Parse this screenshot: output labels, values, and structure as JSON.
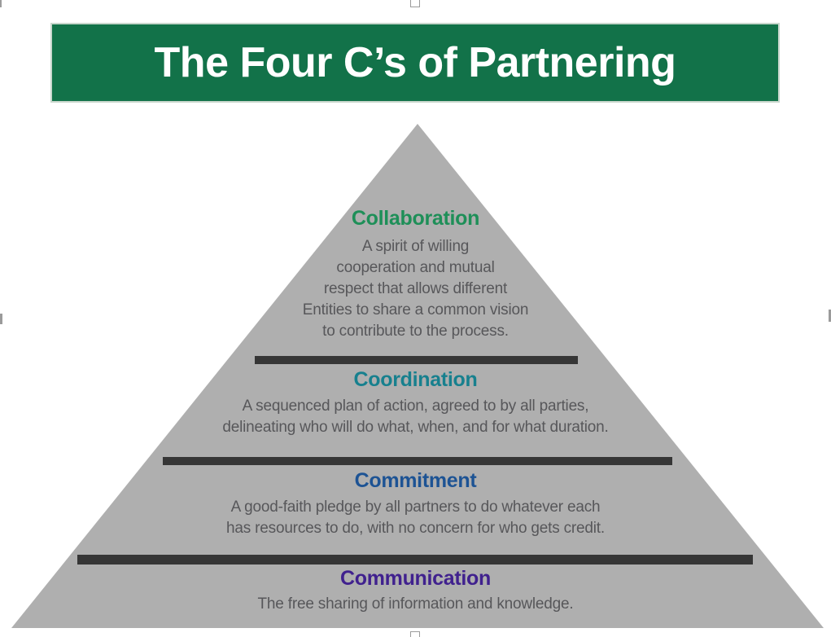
{
  "header": {
    "title": "The Four C’s of Partnering",
    "bg_color": "#127249",
    "text_color": "#ffffff",
    "border_color": "#c8d6cc"
  },
  "selection_handles": {
    "color": "#9b9b9b"
  },
  "pyramid": {
    "fill_color": "#afafaf",
    "divider_color": "#363636",
    "body_text_color": "#57575a",
    "levels": [
      {
        "name": "Collaboration",
        "title_color": "#1e8f58",
        "lines": [
          "A spirit of willing",
          "cooperation and mutual",
          "respect that allows different",
          "Entities to share a common vision",
          "to contribute to the process."
        ]
      },
      {
        "name": "Coordination",
        "title_color": "#17808e",
        "lines": [
          "A sequenced plan of action, agreed to by all parties,",
          "delineating who will do what, when, and for what duration."
        ]
      },
      {
        "name": "Commitment",
        "title_color": "#1d5394",
        "lines": [
          "A good-faith pledge by all partners to do whatever each",
          "has resources to do, with no concern for who gets credit."
        ]
      },
      {
        "name": "Communication",
        "title_color": "#40218e",
        "lines": [
          "The free sharing of information and knowledge."
        ]
      }
    ]
  }
}
